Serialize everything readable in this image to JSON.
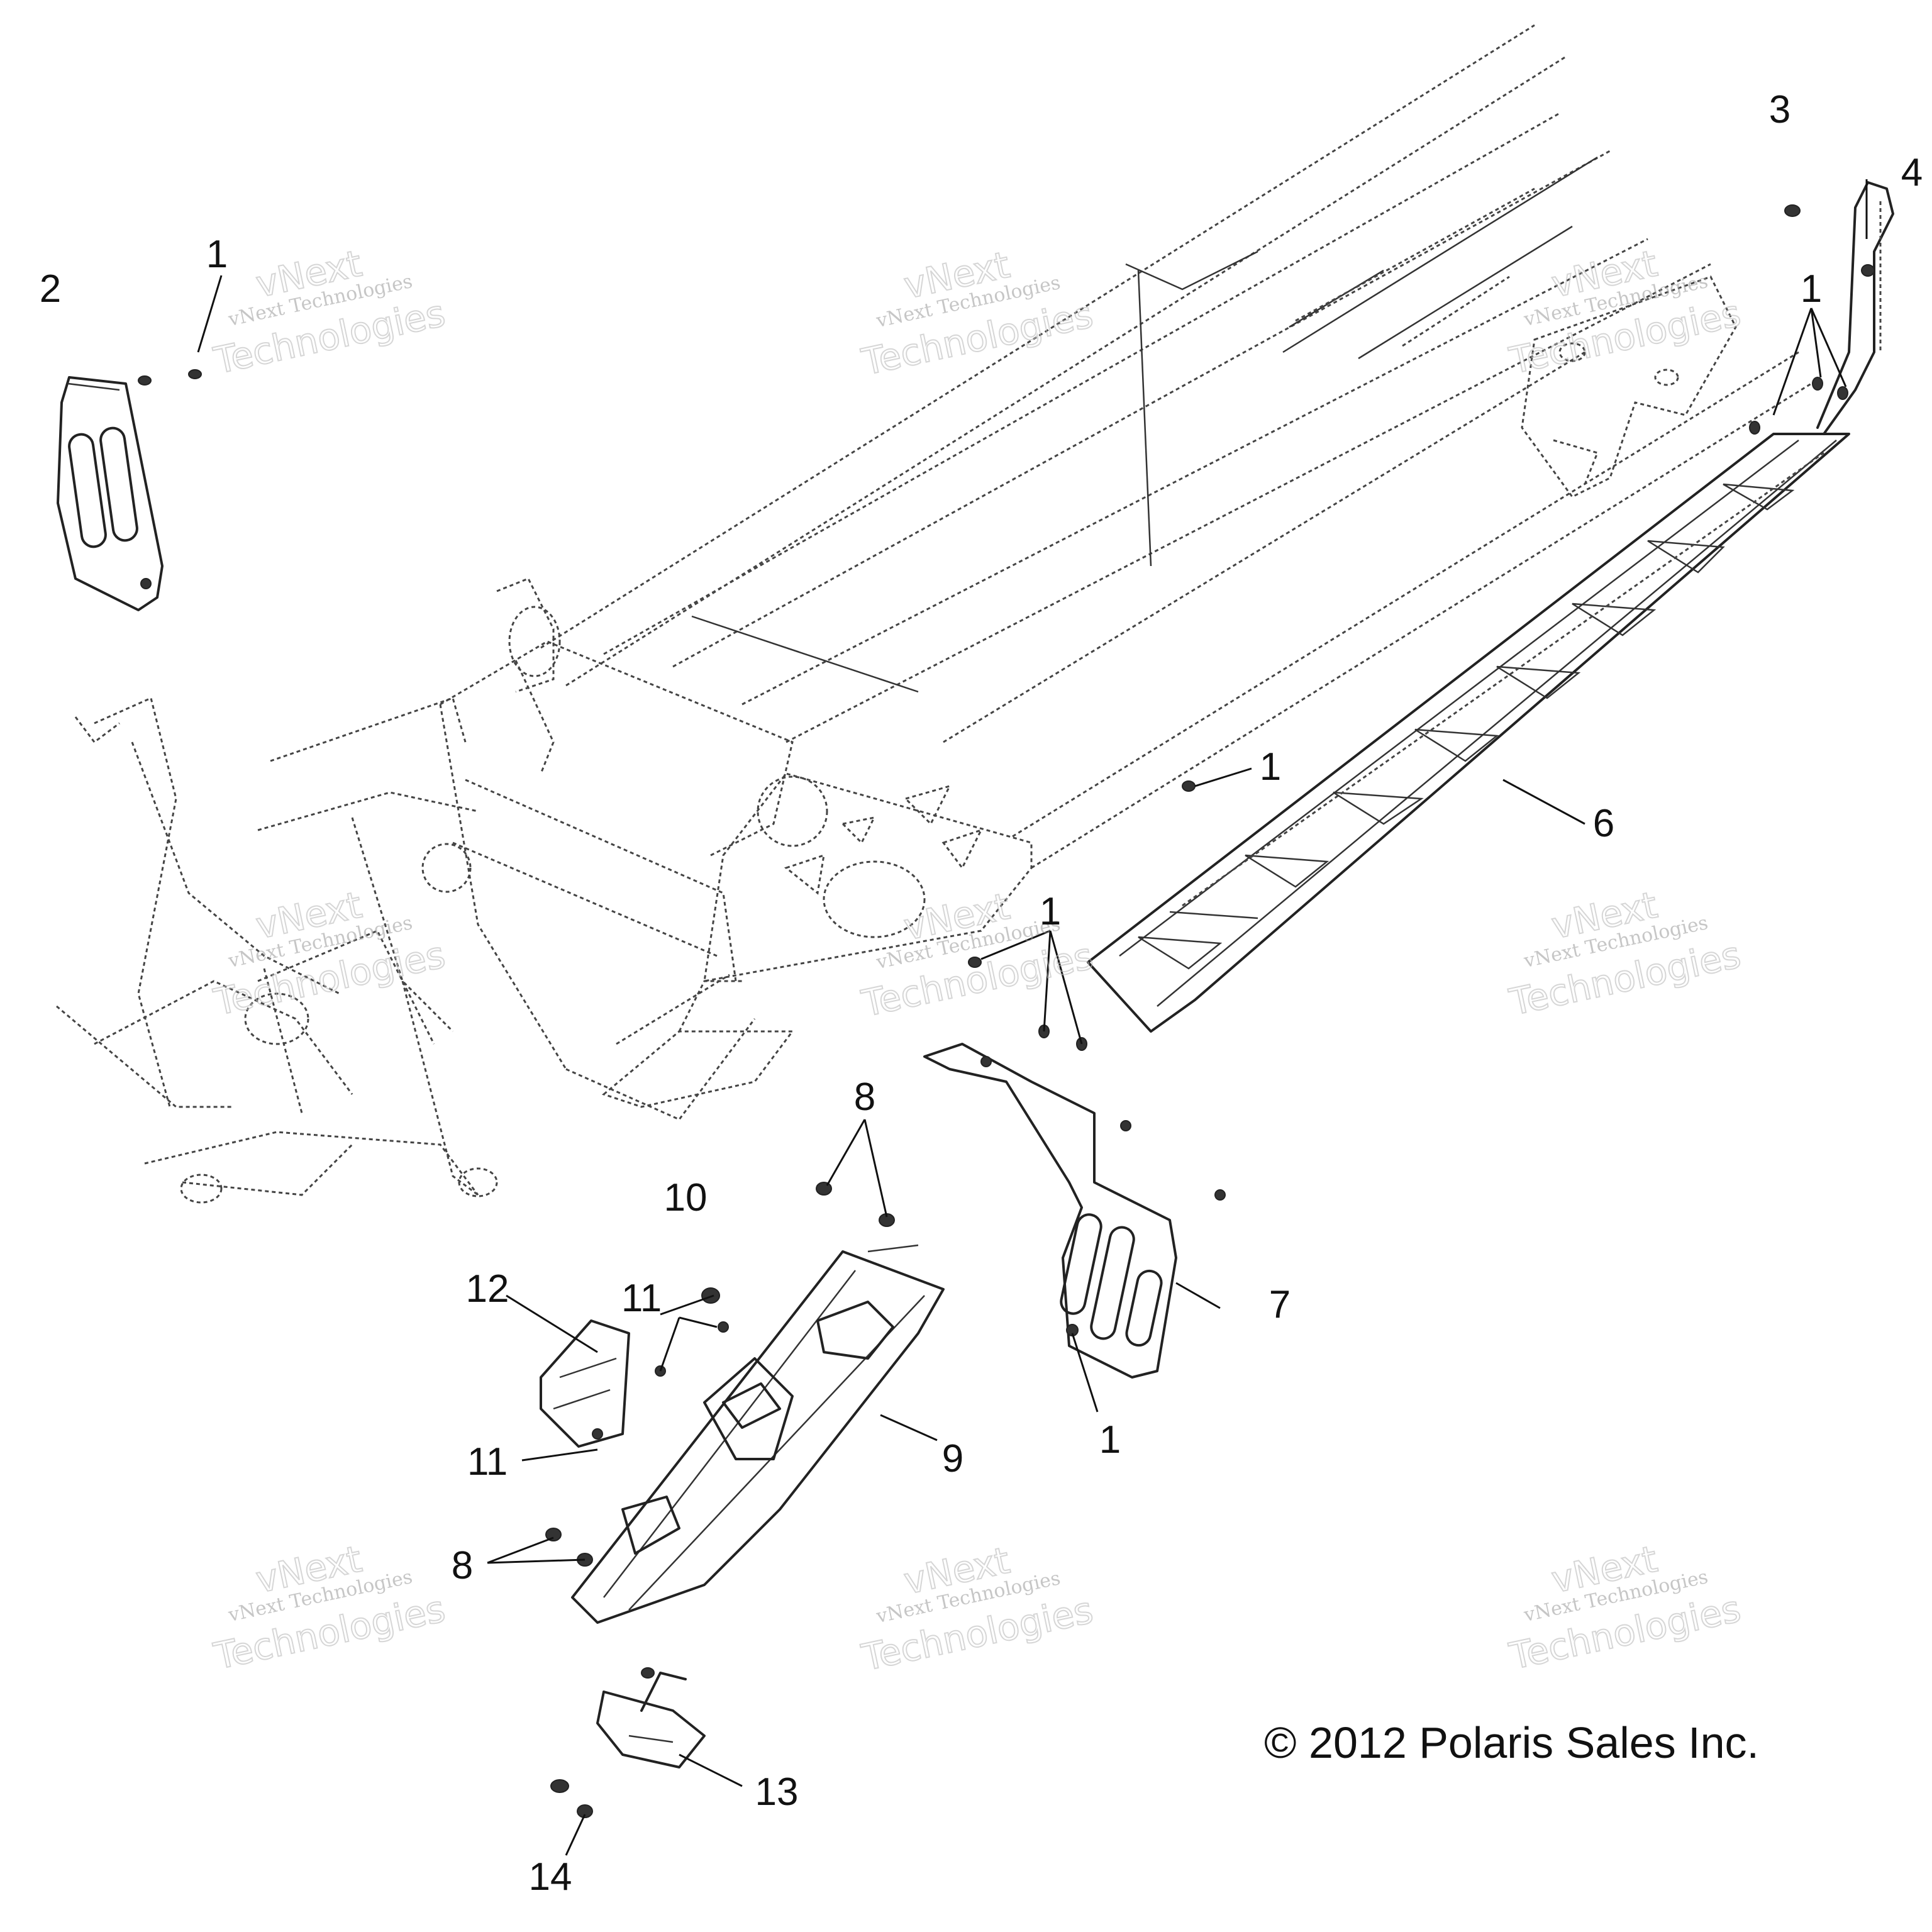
{
  "callouts": [
    {
      "id": "c-1a",
      "text": "1"
    },
    {
      "id": "c-2",
      "text": "2"
    },
    {
      "id": "c-3",
      "text": "3"
    },
    {
      "id": "c-4",
      "text": "4"
    },
    {
      "id": "c-1b",
      "text": "1"
    },
    {
      "id": "c-1c",
      "text": "1"
    },
    {
      "id": "c-6",
      "text": "6"
    },
    {
      "id": "c-1d",
      "text": "1"
    },
    {
      "id": "c-8a",
      "text": "8"
    },
    {
      "id": "c-10",
      "text": "10"
    },
    {
      "id": "c-11a",
      "text": "11"
    },
    {
      "id": "c-12",
      "text": "12"
    },
    {
      "id": "c-7",
      "text": "7"
    },
    {
      "id": "c-11b",
      "text": "11"
    },
    {
      "id": "c-9",
      "text": "9"
    },
    {
      "id": "c-1e",
      "text": "1"
    },
    {
      "id": "c-8b",
      "text": "8"
    },
    {
      "id": "c-13",
      "text": "13"
    },
    {
      "id": "c-14",
      "text": "14"
    }
  ],
  "copyright": "© 2012 Polaris Sales Inc.",
  "watermark": {
    "line1": "vNext",
    "line2": "vNext Technologies",
    "line3": "Technologies"
  }
}
